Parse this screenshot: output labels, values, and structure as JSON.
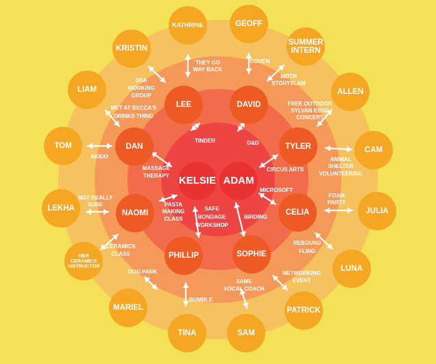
{
  "center": {
    "people": [
      "KELSIE",
      "ADAM"
    ]
  },
  "inner_ring": {
    "people": [
      "LEE",
      "DAVID",
      "TYLER",
      "CELIA",
      "SOPHIE",
      "PHILLIP",
      "NAOMI",
      "DAN"
    ]
  },
  "outer_ring": {
    "people": [
      "KATHRINE",
      "GEOFF",
      "SUMMER INTERN",
      "ALLEN",
      "CAM",
      "JULIA",
      "LUNA",
      "PATRICK",
      "SAM",
      "TINA",
      "MARIEL",
      "HER CERAMICS INSTRUCTOR",
      "LEKHA",
      "TOM",
      "LIAM",
      "KRISTIN"
    ]
  },
  "inner_labels": [
    "TINDER",
    "D&D",
    "CIRCUS ARTS",
    "MICROSOFT",
    "BIRDING",
    "SAFE BONDAGE WORKSHOP",
    "PASTA MAKING CLASS",
    "MASSAGE THERAPY"
  ],
  "outer_labels": [
    "THEY GO WAY BACK",
    "COVEN",
    "MOTH STORYSLAM",
    "FREE OUTDOOR SYLVAN ESSO CONCERT",
    "ANIMAL SHELTER VOLUNTEERING",
    "FOAM PARTY",
    "REBOUND FLING",
    "NETWORKING EVENT",
    "SAME VOCAL COACH",
    "BUMBLE",
    "DOG PARK",
    "CERAMICS CLASS",
    "NOT REALLY SURE",
    "AKIDO",
    "MET AT BECCA'S DRINKS THING",
    "DSA WORKING GROUP"
  ],
  "colors": {
    "background": "#f4e157",
    "ring_outer": "#f6c25f",
    "ring_middle": "#f5995a",
    "ring_inner": "#f26b4a",
    "ring_core": "#ee4444",
    "node_outer": "#f5a623",
    "node_inner": "#ee5a24",
    "node_center": "#ea3232",
    "connector": "#ffffff",
    "text": "#ffffff"
  }
}
